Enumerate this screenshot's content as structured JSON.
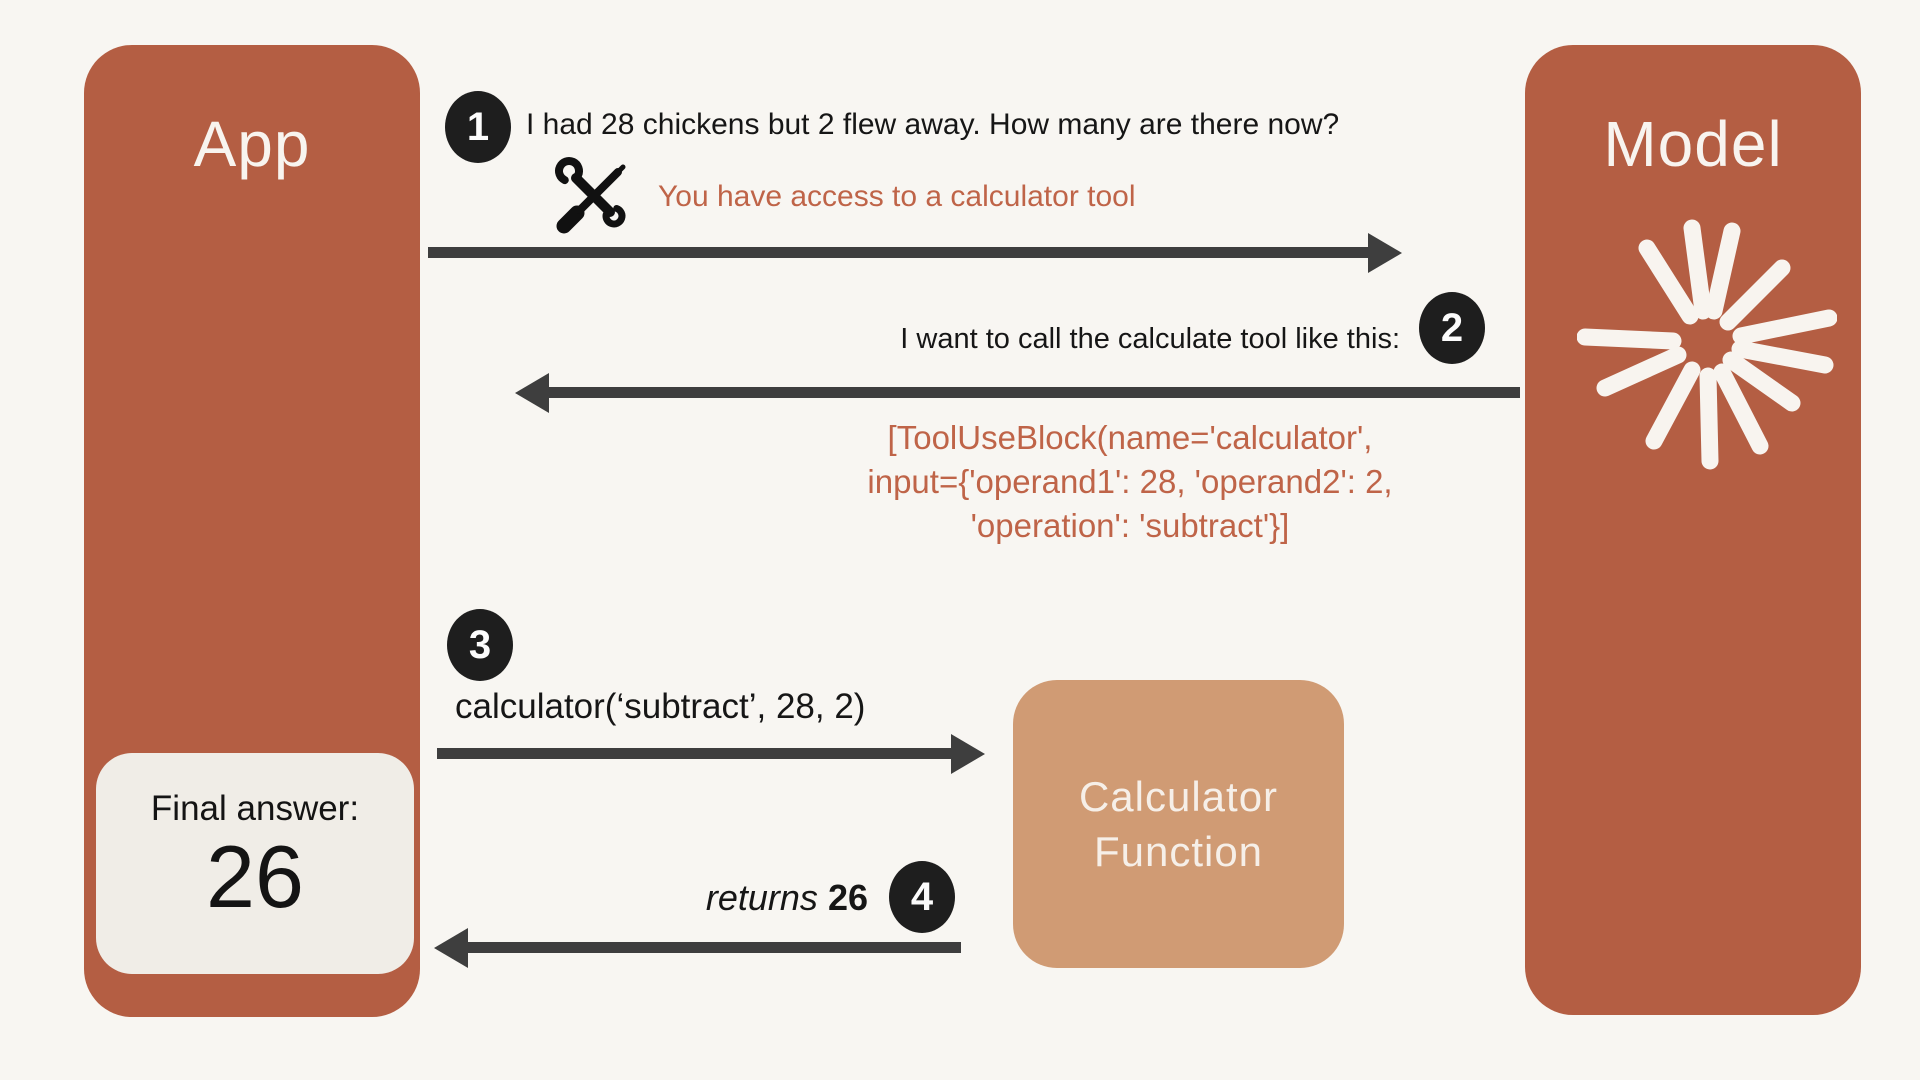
{
  "palette": {
    "background": "#f8f6f2",
    "pillar_rust": "#b45e43",
    "calculator_tan": "#d09b74",
    "final_answer_cream": "#f0ede7",
    "badge_black": "#1e1e1e",
    "arrow_gray": "#3e3e3e",
    "accent_text_rust": "#bf6448",
    "light_text": "#f8f4ef"
  },
  "app_box": {
    "label": "App"
  },
  "final_answer": {
    "label": "Final answer:",
    "value": "26"
  },
  "model_box": {
    "label": "Model"
  },
  "calculator_box": {
    "line1": "Calculator",
    "line2": "Function"
  },
  "steps": [
    {
      "num": "1",
      "text": "I had 28 chickens but 2 flew away. How many are there now?",
      "subtext": "You have access to a calculator tool"
    },
    {
      "num": "2",
      "text": "I want to call the calculate tool like this:",
      "code_lines": [
        "[ToolUseBlock(name='calculator',",
        "input={'operand1': 28, 'operand2': 2,",
        "'operation': 'subtract'}]"
      ]
    },
    {
      "num": "3",
      "text": "calculator(‘subtract’, 28, 2)"
    },
    {
      "num": "4",
      "text_italic": "returns",
      "text_bold": "26"
    }
  ]
}
